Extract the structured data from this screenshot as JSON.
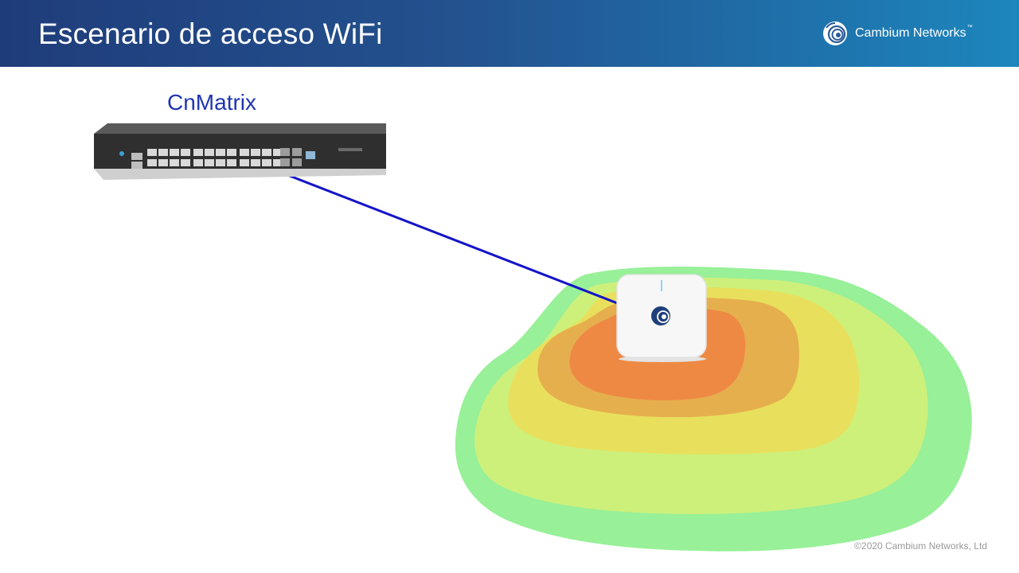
{
  "slide": {
    "title": "Escenario de acceso WiFi",
    "switch_label": "CnMatrix",
    "footer": "©2020 Cambium Networks, Ltd"
  },
  "brand": {
    "name": "Cambium Networks",
    "trademark": "™",
    "logo_icon": "cambium-swirl-icon"
  },
  "heatmap_colors": {
    "outer": "#98f098",
    "ring2": "#ccf07a",
    "ring3": "#e9e25c",
    "ring4": "#e6b04e",
    "core": "#ee8a45"
  },
  "link_color": "#1414c8"
}
